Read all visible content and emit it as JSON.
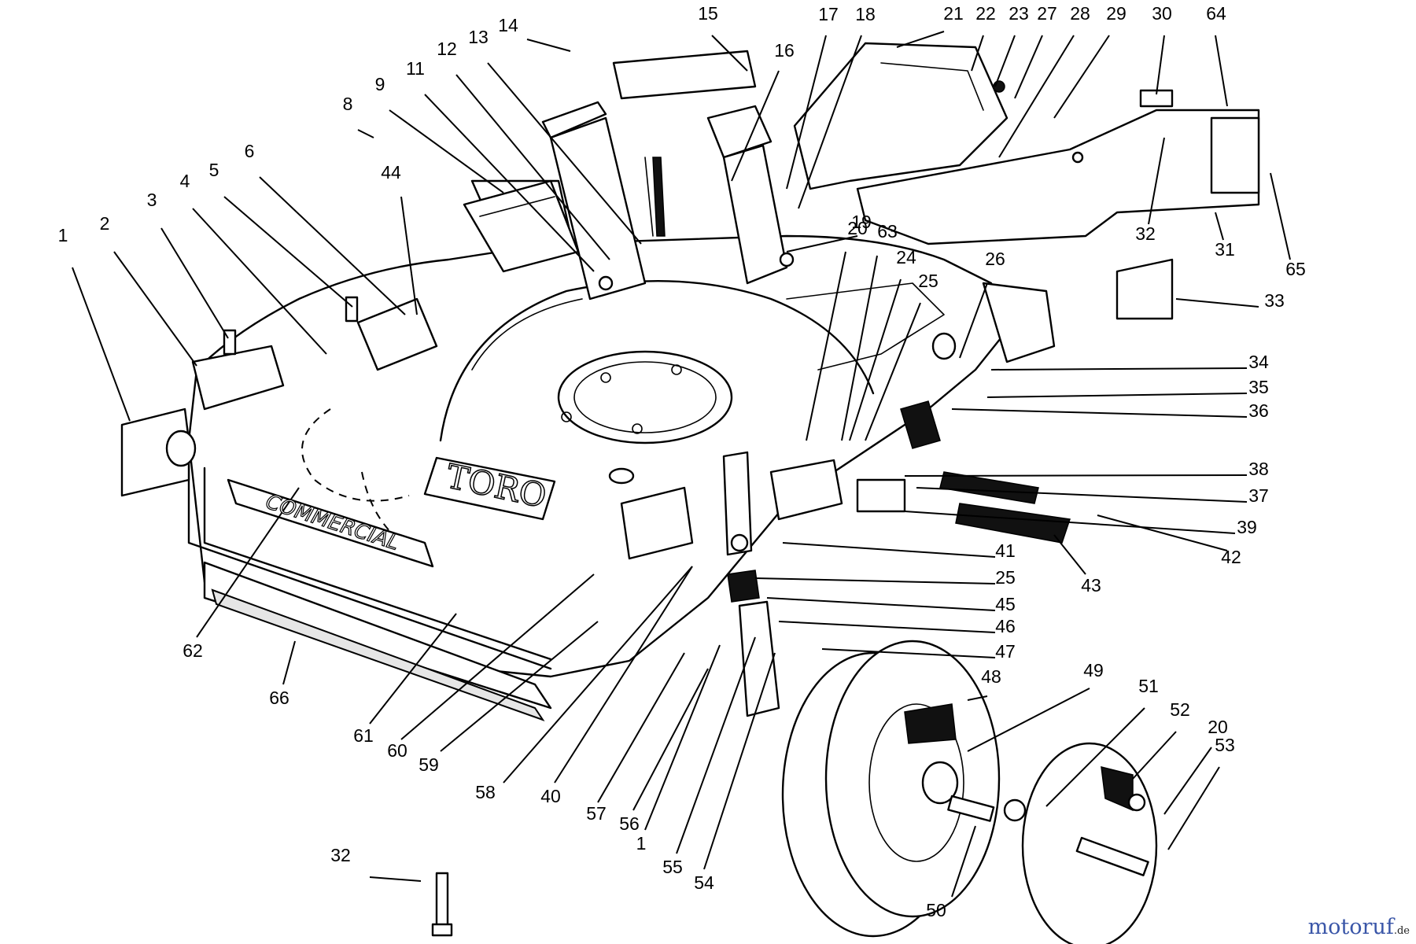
{
  "watermark": {
    "main": "motoruf",
    "suffix": ".de"
  },
  "decals": {
    "brand": "TORO",
    "model": "COMMERCIAL"
  },
  "callouts": [
    {
      "n": "1"
    },
    {
      "n": "2"
    },
    {
      "n": "3"
    },
    {
      "n": "4"
    },
    {
      "n": "5"
    },
    {
      "n": "6"
    },
    {
      "n": "44"
    },
    {
      "n": "8"
    },
    {
      "n": "9"
    },
    {
      "n": "11"
    },
    {
      "n": "12"
    },
    {
      "n": "13"
    },
    {
      "n": "14"
    },
    {
      "n": "15"
    },
    {
      "n": "16"
    },
    {
      "n": "17"
    },
    {
      "n": "18"
    },
    {
      "n": "21"
    },
    {
      "n": "22"
    },
    {
      "n": "23"
    },
    {
      "n": "27"
    },
    {
      "n": "28"
    },
    {
      "n": "29"
    },
    {
      "n": "30"
    },
    {
      "n": "64"
    },
    {
      "n": "32"
    },
    {
      "n": "31"
    },
    {
      "n": "65"
    },
    {
      "n": "19"
    },
    {
      "n": "20"
    },
    {
      "n": "63"
    },
    {
      "n": "24"
    },
    {
      "n": "25"
    },
    {
      "n": "26"
    },
    {
      "n": "33"
    },
    {
      "n": "34"
    },
    {
      "n": "35"
    },
    {
      "n": "36"
    },
    {
      "n": "38"
    },
    {
      "n": "37"
    },
    {
      "n": "39"
    },
    {
      "n": "42"
    },
    {
      "n": "43"
    },
    {
      "n": "41"
    },
    {
      "n": "25"
    },
    {
      "n": "45"
    },
    {
      "n": "46"
    },
    {
      "n": "47"
    },
    {
      "n": "48"
    },
    {
      "n": "49"
    },
    {
      "n": "51"
    },
    {
      "n": "52"
    },
    {
      "n": "20"
    },
    {
      "n": "53"
    },
    {
      "n": "50"
    },
    {
      "n": "62"
    },
    {
      "n": "66"
    },
    {
      "n": "61"
    },
    {
      "n": "60"
    },
    {
      "n": "59"
    },
    {
      "n": "58"
    },
    {
      "n": "40"
    },
    {
      "n": "57"
    },
    {
      "n": "56"
    },
    {
      "n": "1"
    },
    {
      "n": "55"
    },
    {
      "n": "54"
    },
    {
      "n": "32"
    }
  ]
}
